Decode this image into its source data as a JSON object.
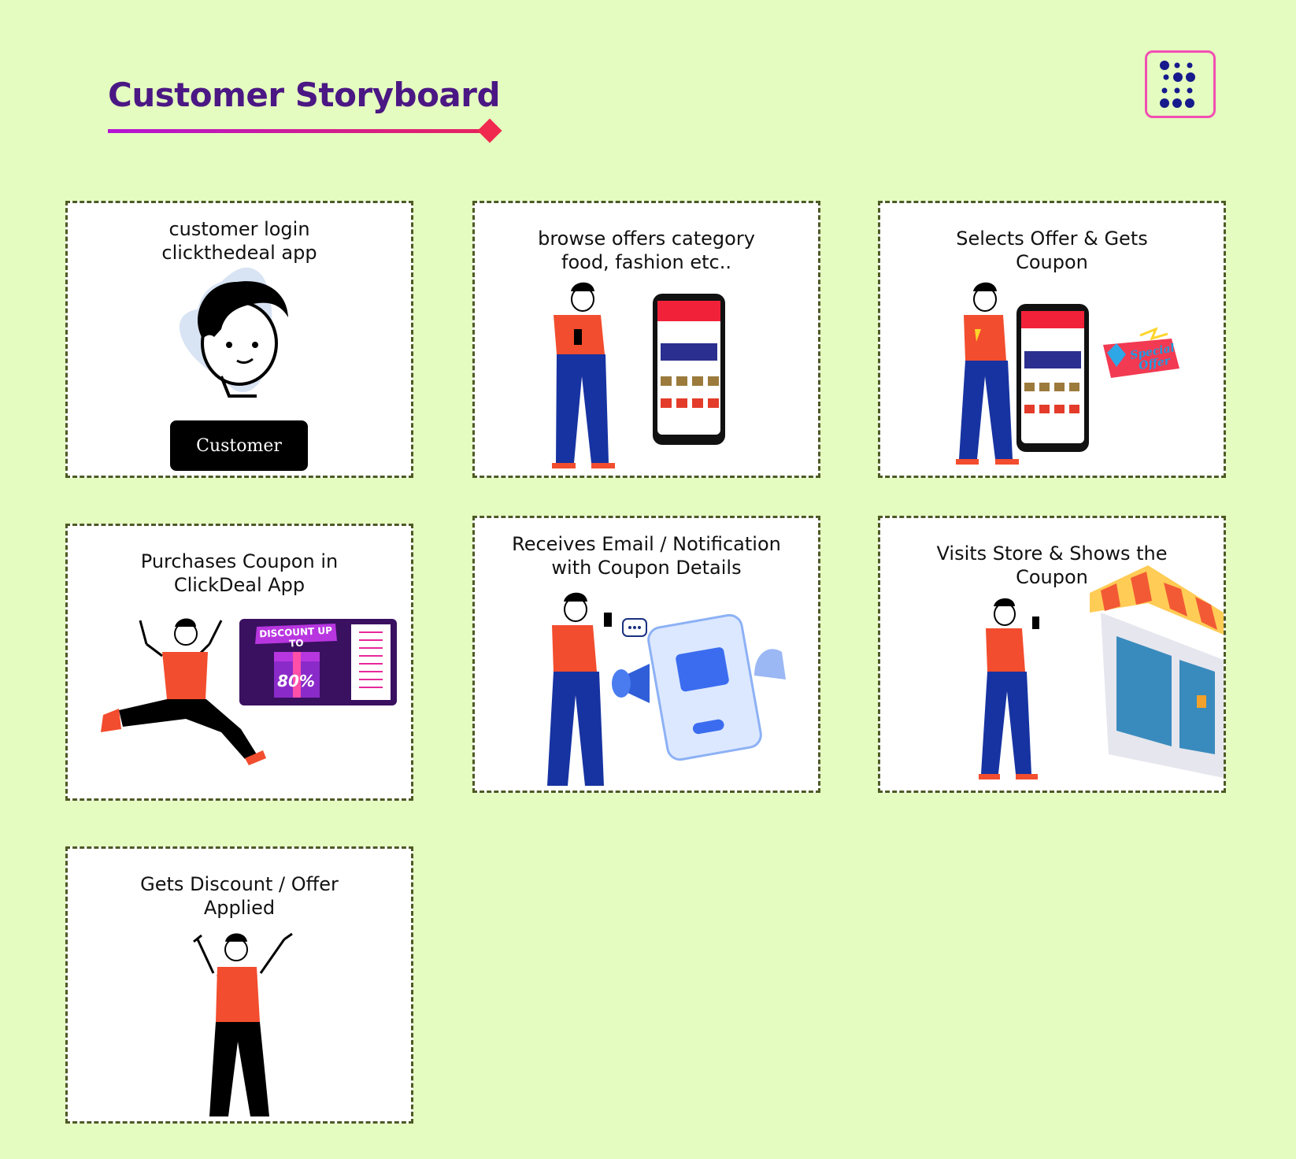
{
  "page": {
    "title": "Customer Storyboard"
  },
  "colors": {
    "background": "#e4fcbf",
    "title": "#4b1784",
    "accent": "#f0294f",
    "logo_border": "#f24fb3",
    "card_border": "#4d5a24"
  },
  "cards": [
    {
      "title_lines": [
        "customer login",
        "clickthedeal app"
      ],
      "button_label": "Customer",
      "icon": "customer-avatar-icon"
    },
    {
      "title_lines": [
        "browse offers category",
        "food, fashion etc.."
      ],
      "icon": "person-with-phone-app-icon"
    },
    {
      "title_lines": [
        "Selects Offer & Gets",
        "Coupon"
      ],
      "badge_text": "Special Offer",
      "icon": "person-with-phone-offer-icon"
    },
    {
      "title_lines": [
        "Purchases Coupon in",
        "ClickDeal App"
      ],
      "coupon_text": "DISCOUNT UP TO",
      "coupon_value": "80%",
      "icon": "jumping-person-coupon-icon"
    },
    {
      "title_lines": [
        "Receives Email / Notification",
        "with Coupon Details"
      ],
      "icon": "notification-email-icon"
    },
    {
      "title_lines": [
        "Visits Store & Shows the",
        "Coupon"
      ],
      "icon": "store-front-icon"
    },
    {
      "title_lines": [
        "Gets Discount / Offer",
        "Applied"
      ],
      "icon": "celebrating-person-icon"
    }
  ]
}
